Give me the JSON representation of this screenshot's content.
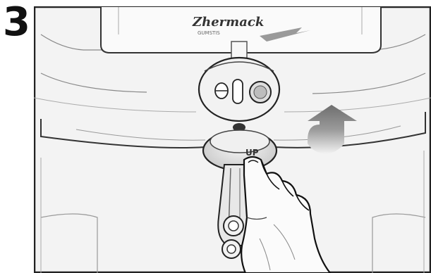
{
  "step": {
    "number": "3"
  },
  "device": {
    "brand_logo": "Zhermack",
    "brand_sub": "GUMSTIS"
  },
  "cap": {
    "label": "UP"
  },
  "icons": {
    "arrow": "up-arrow-icon",
    "hand": "hand-icon"
  },
  "colors": {
    "ink": "#111111",
    "panel": "#f2f2f2",
    "arrow": "#8a8a8a"
  }
}
